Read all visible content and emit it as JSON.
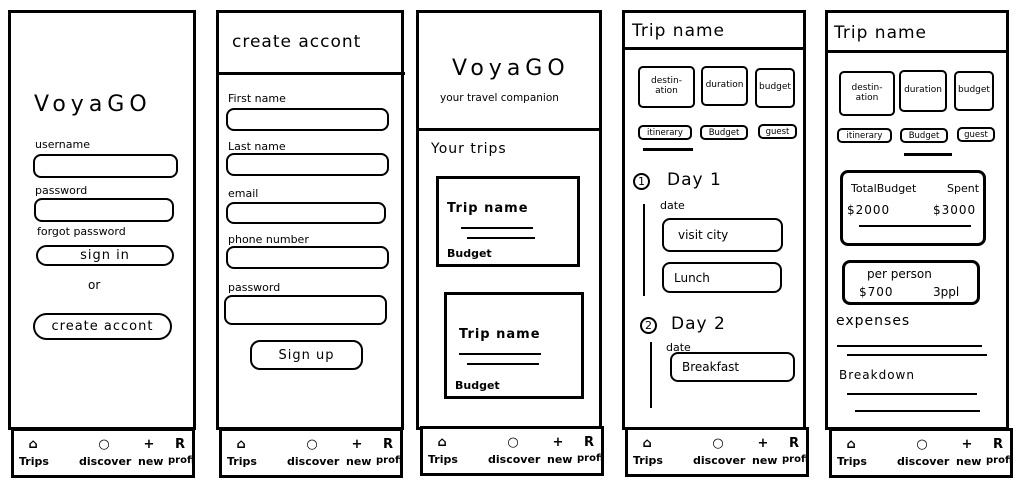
{
  "nav": {
    "trips": "Trips",
    "discover": "discover",
    "new": "new",
    "profile": "profile",
    "icons": [
      "home-icon",
      "discover-icon",
      "plus-icon",
      "profile-icon"
    ]
  },
  "login": {
    "logo": "VoyaGO",
    "username_label": "username",
    "password_label": "password",
    "forgot": "forgot password",
    "sign_in": "sign in",
    "or": "or",
    "create_account": "create accont"
  },
  "signup": {
    "title": "create accont",
    "first_name": "First name",
    "last_name": "Last name",
    "email": "email",
    "phone": "phone number",
    "password": "password",
    "sign_up": "Sign up"
  },
  "home": {
    "logo": "VoyaGO",
    "tagline": "your travel companion",
    "section": "Your trips",
    "cards": [
      {
        "name": "Trip name",
        "budget": "Budget"
      },
      {
        "name": "Trip name",
        "budget": "Budget"
      }
    ]
  },
  "itinerary": {
    "title": "Trip name",
    "tiles": [
      "destin-ation",
      "duration",
      "budget"
    ],
    "tabs": [
      "itinerary",
      "Budget",
      "guest"
    ],
    "active_tab": "itinerary",
    "days": [
      {
        "num": "1",
        "label": "Day 1",
        "date": "date",
        "items": [
          "visit city",
          "Lunch"
        ]
      },
      {
        "num": "2",
        "label": "Day 2",
        "date": "date",
        "items": [
          "Breakfast"
        ]
      }
    ]
  },
  "budget": {
    "title": "Trip name",
    "tiles": [
      "destin-ation",
      "duration",
      "budget"
    ],
    "tabs": [
      "itinerary",
      "Budget",
      "guest"
    ],
    "active_tab": "Budget",
    "total_label": "TotalBudget",
    "spent_label": "Spent",
    "total": "$2000",
    "spent": "$3000",
    "per_person_label": "per person",
    "per_person": "$700",
    "people": "3ppl",
    "expenses": "expenses",
    "breakdown": "Breakdown"
  }
}
